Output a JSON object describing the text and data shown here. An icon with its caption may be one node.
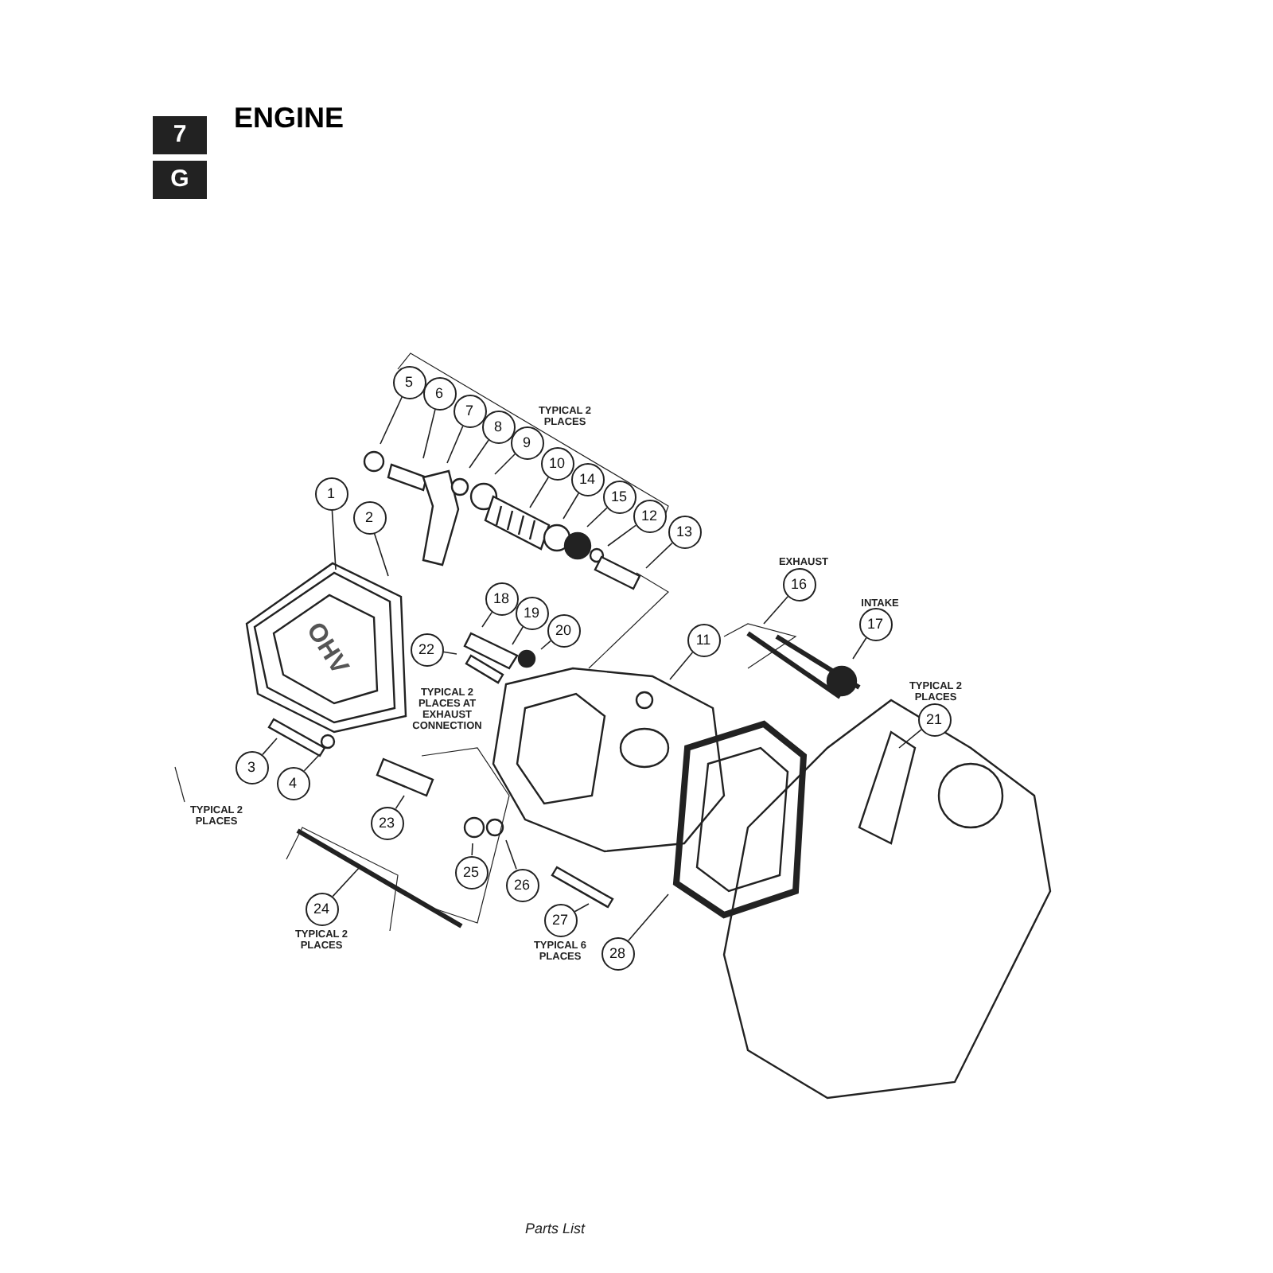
{
  "diagram": {
    "title": "ENGINE",
    "nodes": [
      {
        "text": [
          "7"
        ]
      },
      {
        "text": [
          "G"
        ]
      },
      {
        "text": [
          "1"
        ]
      },
      {
        "text": [
          "2"
        ]
      },
      {
        "text": [
          "3"
        ]
      },
      {
        "text": [
          "4"
        ]
      },
      {
        "text": [
          "5"
        ]
      },
      {
        "text": [
          "6"
        ]
      },
      {
        "text": [
          "7"
        ]
      },
      {
        "text": [
          "8"
        ]
      },
      {
        "text": [
          "9"
        ]
      },
      {
        "text": [
          "10"
        ]
      },
      {
        "text": [
          "11"
        ]
      },
      {
        "text": [
          "12"
        ]
      },
      {
        "text": [
          "13"
        ]
      },
      {
        "text": [
          "14"
        ]
      },
      {
        "text": [
          "15"
        ]
      },
      {
        "text": [
          "16"
        ],
        "beside": [
          "EXHAUST"
        ]
      },
      {
        "text": [
          "17"
        ],
        "beside": [
          "INTAKE"
        ]
      },
      {
        "text": [
          "18"
        ]
      },
      {
        "text": [
          "19"
        ]
      },
      {
        "text": [
          "20"
        ]
      },
      {
        "text": [
          "21"
        ],
        "beside": [
          "TYPICAL 2 PLACES"
        ]
      },
      {
        "text": [
          "22"
        ],
        "beside": [
          "TYPICAL 2 PLACES AT EXHAUST CONNECTION"
        ]
      },
      {
        "text": [
          "23"
        ]
      },
      {
        "text": [
          "24"
        ],
        "beside": [
          "TYPICAL 2 PLACES"
        ]
      },
      {
        "text": [
          "25"
        ]
      },
      {
        "text": [
          "26"
        ]
      },
      {
        "text": [
          "27"
        ],
        "beside": [
          "TYPICAL 6 PLACES"
        ]
      },
      {
        "text": [
          "28"
        ]
      }
    ],
    "edges": [
      {
        "from": 2,
        "to": null,
        "arrow": "none"
      },
      {
        "from": 3,
        "to": null,
        "arrow": "none"
      },
      {
        "from": 4,
        "to": null,
        "arrow": "none"
      },
      {
        "from": 5,
        "to": null,
        "arrow": "none"
      },
      {
        "from": 6,
        "to": null,
        "arrow": "none"
      },
      {
        "from": 7,
        "to": null,
        "arrow": "none"
      },
      {
        "from": 8,
        "to": null,
        "arrow": "none"
      },
      {
        "from": 9,
        "to": null,
        "arrow": "none"
      },
      {
        "from": 10,
        "to": null,
        "arrow": "none"
      },
      {
        "from": 11,
        "to": null,
        "arrow": "none"
      },
      {
        "from": 12,
        "to": null,
        "arrow": "none"
      },
      {
        "from": 13,
        "to": null,
        "arrow": "none"
      },
      {
        "from": 14,
        "to": null,
        "arrow": "none"
      },
      {
        "from": 15,
        "to": null,
        "arrow": "none"
      },
      {
        "from": 16,
        "to": null,
        "arrow": "none"
      },
      {
        "from": 17,
        "to": null,
        "arrow": "none"
      },
      {
        "from": 18,
        "to": null,
        "arrow": "none"
      },
      {
        "from": 19,
        "to": null,
        "arrow": "none"
      },
      {
        "from": 20,
        "to": null,
        "arrow": "none"
      },
      {
        "from": 21,
        "to": null,
        "arrow": "none"
      },
      {
        "from": 22,
        "to": null,
        "arrow": "none"
      },
      {
        "from": 23,
        "to": null,
        "arrow": "none"
      },
      {
        "from": 24,
        "to": null,
        "arrow": "none"
      },
      {
        "from": 25,
        "to": null,
        "arrow": "none"
      },
      {
        "from": 26,
        "to": null,
        "arrow": "none"
      },
      {
        "from": 27,
        "to": null,
        "arrow": "none"
      },
      {
        "from": 28,
        "to": null,
        "arrow": "none"
      },
      {
        "from": 29,
        "to": null,
        "arrow": "none"
      }
    ],
    "labels": [
      "TYPICAL 2 PLACES",
      "OHV",
      "TYPICAL 2 PLACES",
      "Parts List"
    ]
  }
}
